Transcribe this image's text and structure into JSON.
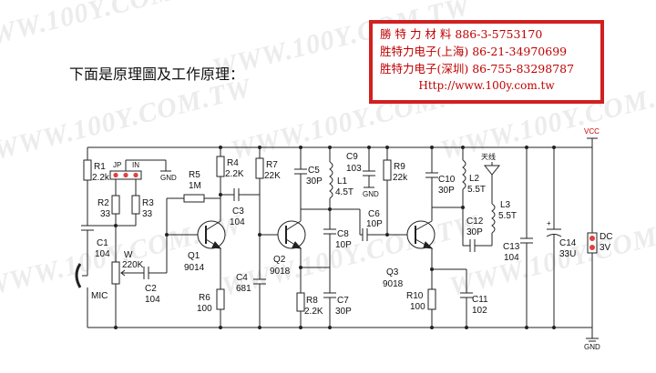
{
  "watermark": "WWW.100Y.COM.TW",
  "heading": "下面是原理圖及工作原理：",
  "banner": {
    "line1": "勝 特 力 材 料 886-3-5753170",
    "line2": "胜特力电子(上海) 86-21-34970699",
    "line3": "胜特力电子(深圳) 86-755-83298787",
    "line4": "Http://www.100y.com.tw"
  },
  "colors": {
    "banner_border": "#d21f1f",
    "banner_text": "#c00000",
    "wire": "#222222",
    "jumper_fill": "#e04040"
  },
  "schematic": {
    "vcc": "VCC",
    "gnd_bottom": "GND",
    "gnd_jp": "GND",
    "gnd_c9": "GND",
    "jp": "JP",
    "in": "IN",
    "antenna": "天线",
    "mic": "MIC",
    "dc": "DC",
    "dc_v": "3V",
    "r1": "R1",
    "r1v": "2.2k",
    "r2": "R2",
    "r2v": "33",
    "r3": "R3",
    "r3v": "33",
    "c1": "C1",
    "c1v": "104",
    "w": "W",
    "wv": "220K",
    "c2": "C2",
    "c2v": "104",
    "r5": "R5",
    "r5v": "1M",
    "r4": "R4",
    "r4v": "2.2K",
    "c3": "C3",
    "c3v": "104",
    "q1": "Q1",
    "q1v": "9014",
    "r6": "R6",
    "r6v": "100",
    "r7": "R7",
    "r7v": "22K",
    "c4": "C4",
    "c4v": "681",
    "c5": "C5",
    "c5v": "30P",
    "l1": "L1",
    "l1v": "4.5T",
    "q2": "Q2",
    "q2v": "9018",
    "c8": "C8",
    "c8v": "10P",
    "r8": "R8",
    "r8v": "2.2K",
    "c7": "C7",
    "c7v": "30P",
    "c9": "C9",
    "c9v": "103",
    "c6": "C6",
    "c6v": "10P",
    "r9": "R9",
    "r9v": "22k",
    "q3": "Q3",
    "q3v": "9018",
    "r10": "R10",
    "r10v": "100",
    "c11": "C11",
    "c11v": "102",
    "c10": "C10",
    "c10v": "30P",
    "l2": "L2",
    "l2v": "5.5T",
    "l3": "L3",
    "l3v": "5.5T",
    "c12": "C12",
    "c12v": "30P",
    "c13": "C13",
    "c13v": "104",
    "c14": "C14",
    "c14v": "33U"
  }
}
